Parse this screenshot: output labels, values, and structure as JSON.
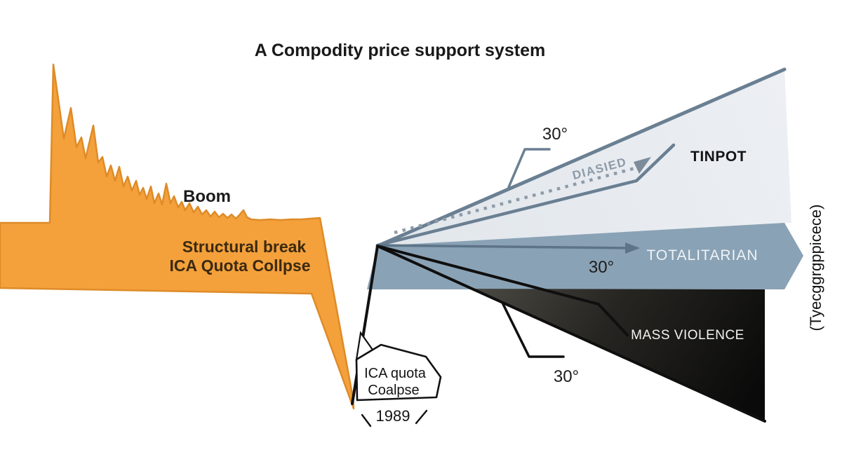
{
  "title": "A Compodity price support system",
  "left_chart": {
    "boom_label": "Boom",
    "break_label_line1": "Structural break",
    "break_label_line2": "ICA Quota Collpse",
    "bubble_line1": "ICA quota",
    "bubble_line2": "Coalpse",
    "year_label": "1989"
  },
  "fan": {
    "top_angle_label": "30°",
    "mid_angle_label": "30°",
    "bottom_angle_label": "30°",
    "dashed_arrow_label": "DIASIED",
    "tinpot_label": "TINPOT",
    "totalitarian_label": "TOTALITARIAN",
    "mass_violence_label": "MASS VIOLENCE",
    "side_axis_label": "(Tyecggrgppicece)"
  },
  "colors": {
    "price_fill": "#f4a13c",
    "price_edge": "#de8b28",
    "light_wedge": "#e6eaef",
    "steel_stroke": "#6a7f92",
    "band_blue": "#8aa2b5",
    "arrow_blue": "#5d7488",
    "dashed_gray": "#8e9ba8",
    "dark_wedge_top": "#4a4943",
    "dark_wedge_bottom": "#0a0a0a",
    "ink": "#111111"
  }
}
